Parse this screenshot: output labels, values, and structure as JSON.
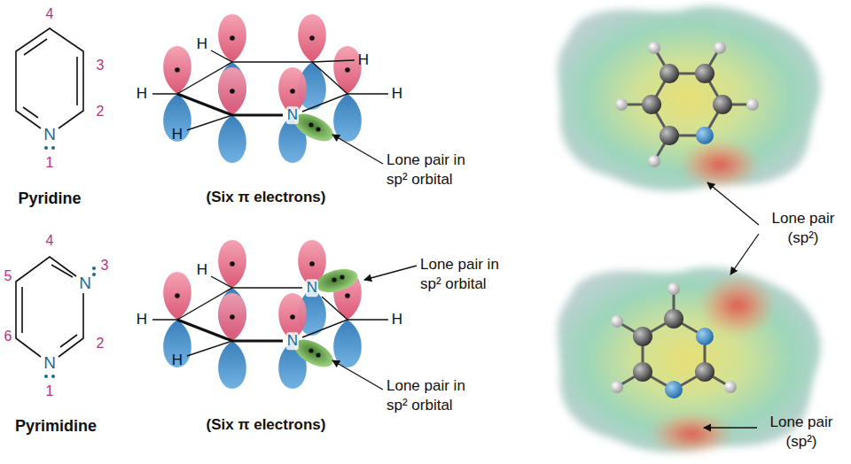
{
  "diagram": {
    "labels": [
      "4",
      "3",
      "2",
      "N",
      "1",
      "Pyridine",
      "H",
      "H",
      "H",
      "H",
      "H",
      "N",
      "Lone pair in sp² orbital",
      "(Six π electrons)",
      "Lone pair (sp²)",
      "4",
      "3",
      "N",
      "5",
      "2",
      "6",
      "N",
      "1",
      "Pyrimidine",
      "H",
      "H",
      "H",
      "H",
      "N",
      "N",
      "Lone pair in sp² orbital",
      "Lone pair in sp² orbital",
      "(Six π electrons)",
      "Lone pair (sp²)"
    ]
  }
}
